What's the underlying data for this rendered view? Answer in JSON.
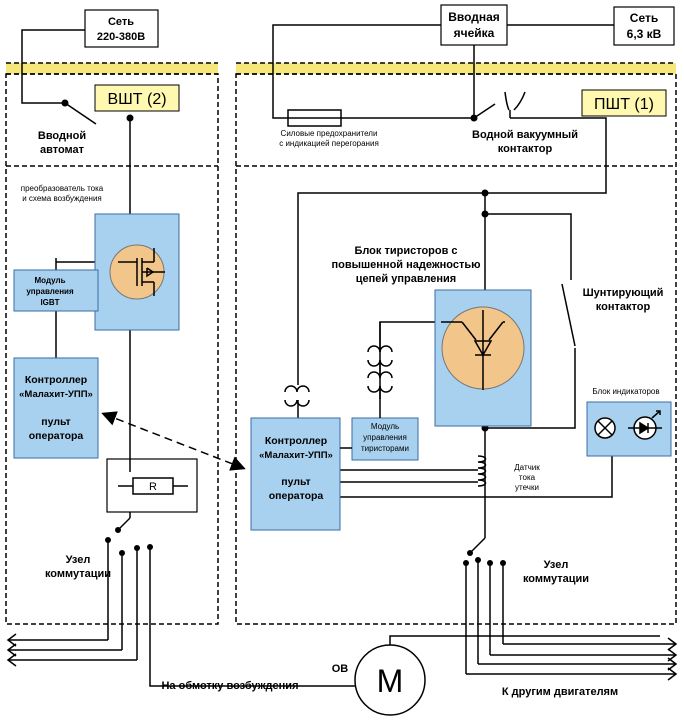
{
  "boxes": {
    "grid_220": [
      "Сеть",
      "220-380В"
    ],
    "input_cell": [
      "Вводная",
      "ячейка"
    ],
    "grid_63": [
      "Сеть",
      "6,3 кВ"
    ]
  },
  "section_labels": {
    "vsht": "ВШТ (2)",
    "psht": "ПШТ (1)"
  },
  "labels": {
    "input_breaker": [
      "Вводной",
      "автомат"
    ],
    "converter": [
      "преобразователь тока",
      "и схема возбуждения"
    ],
    "igbt_module": [
      "Модуль",
      "управления",
      "IGBT"
    ],
    "controller_left": [
      "Контроллер",
      "«Малахит-УПП»",
      "пульт",
      "оператора"
    ],
    "controller_right": [
      "Контроллер",
      "«Малахит-УПП»",
      "пульт",
      "оператора"
    ],
    "resistor": "R",
    "node_left": [
      "Узел",
      "коммутации"
    ],
    "node_right": [
      "Узел",
      "коммутации"
    ],
    "fuses": [
      "Силовые предохранители",
      "с индикацией перегорания"
    ],
    "vacuum_contactor": [
      "Водной вакуумный",
      "контактор"
    ],
    "thyristor_block": [
      "Блок тиристоров с",
      "повышенной надежностью",
      "цепей управления"
    ],
    "bypass_contactor": [
      "Шунтирующий",
      "контактор"
    ],
    "indicator_block": "Блок индикаторов",
    "thyristor_module": [
      "Модуль",
      "управления",
      "тиристорами"
    ],
    "leak_sensor": [
      "Датчик",
      "тока",
      "утечки"
    ],
    "ov": "ОВ",
    "motor": "M",
    "field_winding": "На обмотку возбуждения",
    "other_motors": "К другим двигателям"
  },
  "colors": {
    "block_fill": "#a8d0ef",
    "block_stroke": "#3a6ea5",
    "device_fill": "#f2c58a",
    "label_fill": "#fff8b0",
    "divider_yellow": "#f5e77a"
  }
}
